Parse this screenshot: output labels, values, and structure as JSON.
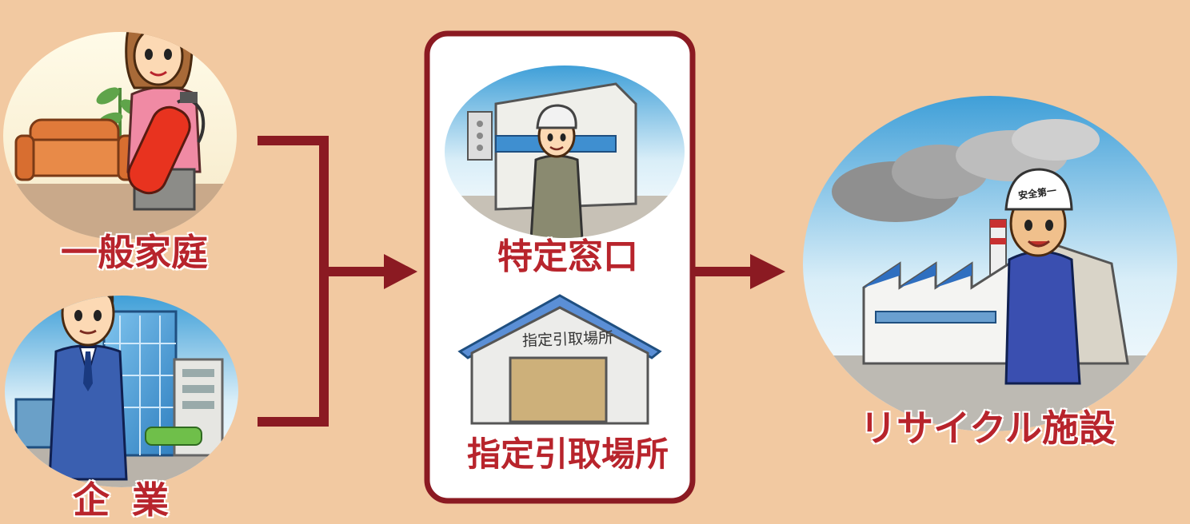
{
  "sources": {
    "household": "一般家庭",
    "company": "企業"
  },
  "collection": {
    "specified_counter": "特定窓口",
    "designated_site": "指定引取場所",
    "designated_site_sign": "指定引取場所"
  },
  "destination": {
    "recycling_facility": "リサイクル施設",
    "helmet_text": "安全第一"
  },
  "colors": {
    "background": "#f2c9a1",
    "arrow": "#8b1a22",
    "label_text": "#b8242c",
    "panel_border": "#8b1a22",
    "panel_fill": "#ffffff",
    "sky_top": "#3f9fd8"
  }
}
